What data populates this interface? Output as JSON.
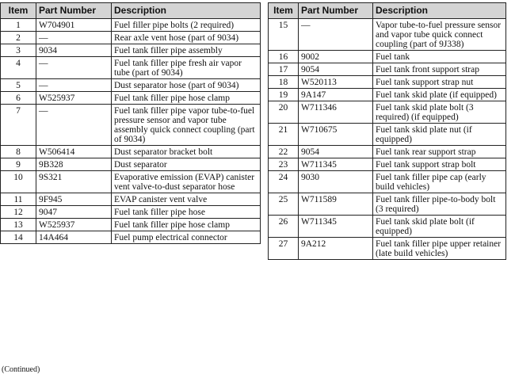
{
  "headers": {
    "item": "Item",
    "part_number": "Part Number",
    "description": "Description"
  },
  "left_rows": [
    {
      "item": "1",
      "part": "W704901",
      "desc": "Fuel filler pipe bolts (2 required)"
    },
    {
      "item": "2",
      "part": "—",
      "desc": "Rear axle vent hose (part of 9034)"
    },
    {
      "item": "3",
      "part": "9034",
      "desc": "Fuel tank filler pipe assembly"
    },
    {
      "item": "4",
      "part": "—",
      "desc": "Fuel tank filler pipe fresh air vapor tube (part of 9034)"
    },
    {
      "item": "5",
      "part": "—",
      "desc": "Dust separator hose (part of 9034)"
    },
    {
      "item": "6",
      "part": "W525937",
      "desc": "Fuel tank filler pipe hose clamp"
    },
    {
      "item": "7",
      "part": "—",
      "desc": "Fuel tank filler pipe vapor tube-to-fuel pressure sensor and vapor tube assembly quick connect coupling (part of 9034)"
    },
    {
      "item": "8",
      "part": "W506414",
      "desc": "Dust separator bracket bolt"
    },
    {
      "item": "9",
      "part": "9B328",
      "desc": "Dust separator"
    },
    {
      "item": "10",
      "part": "9S321",
      "desc": "Evaporative emission (EVAP) canister vent valve-to-dust separator hose"
    },
    {
      "item": "11",
      "part": "9F945",
      "desc": "EVAP canister vent valve"
    },
    {
      "item": "12",
      "part": "9047",
      "desc": "Fuel tank filler pipe hose"
    },
    {
      "item": "13",
      "part": "W525937",
      "desc": "Fuel tank filler pipe hose clamp"
    },
    {
      "item": "14",
      "part": "14A464",
      "desc": "Fuel pump electrical connector"
    }
  ],
  "right_rows": [
    {
      "item": "15",
      "part": "—",
      "desc": "Vapor tube-to-fuel pressure sensor and vapor tube quick connect coupling (part of 9J338)"
    },
    {
      "item": "16",
      "part": "9002",
      "desc": "Fuel tank"
    },
    {
      "item": "17",
      "part": "9054",
      "desc": "Fuel tank front support strap"
    },
    {
      "item": "18",
      "part": "W520113",
      "desc": "Fuel tank support strap nut"
    },
    {
      "item": "19",
      "part": "9A147",
      "desc": "Fuel tank skid plate (if equipped)"
    },
    {
      "item": "20",
      "part": "W711346",
      "desc": "Fuel tank skid plate bolt (3 required) (if equipped)"
    },
    {
      "item": "21",
      "part": "W710675",
      "desc": "Fuel tank skid plate nut (if equipped)"
    },
    {
      "item": "22",
      "part": "9054",
      "desc": "Fuel tank rear support strap"
    },
    {
      "item": "23",
      "part": "W711345",
      "desc": "Fuel tank support strap bolt"
    },
    {
      "item": "24",
      "part": "9030",
      "desc": "Fuel tank filler pipe cap (early build vehicles)"
    },
    {
      "item": "25",
      "part": "W711589",
      "desc": "Fuel tank filler pipe-to-body bolt (3 required)"
    },
    {
      "item": "26",
      "part": "W711345",
      "desc": "Fuel tank skid plate bolt (if equipped)"
    },
    {
      "item": "27",
      "part": "9A212",
      "desc": "Fuel tank filler pipe upper retainer (late build vehicles)"
    }
  ],
  "footer": {
    "continued": "(Continued)"
  }
}
